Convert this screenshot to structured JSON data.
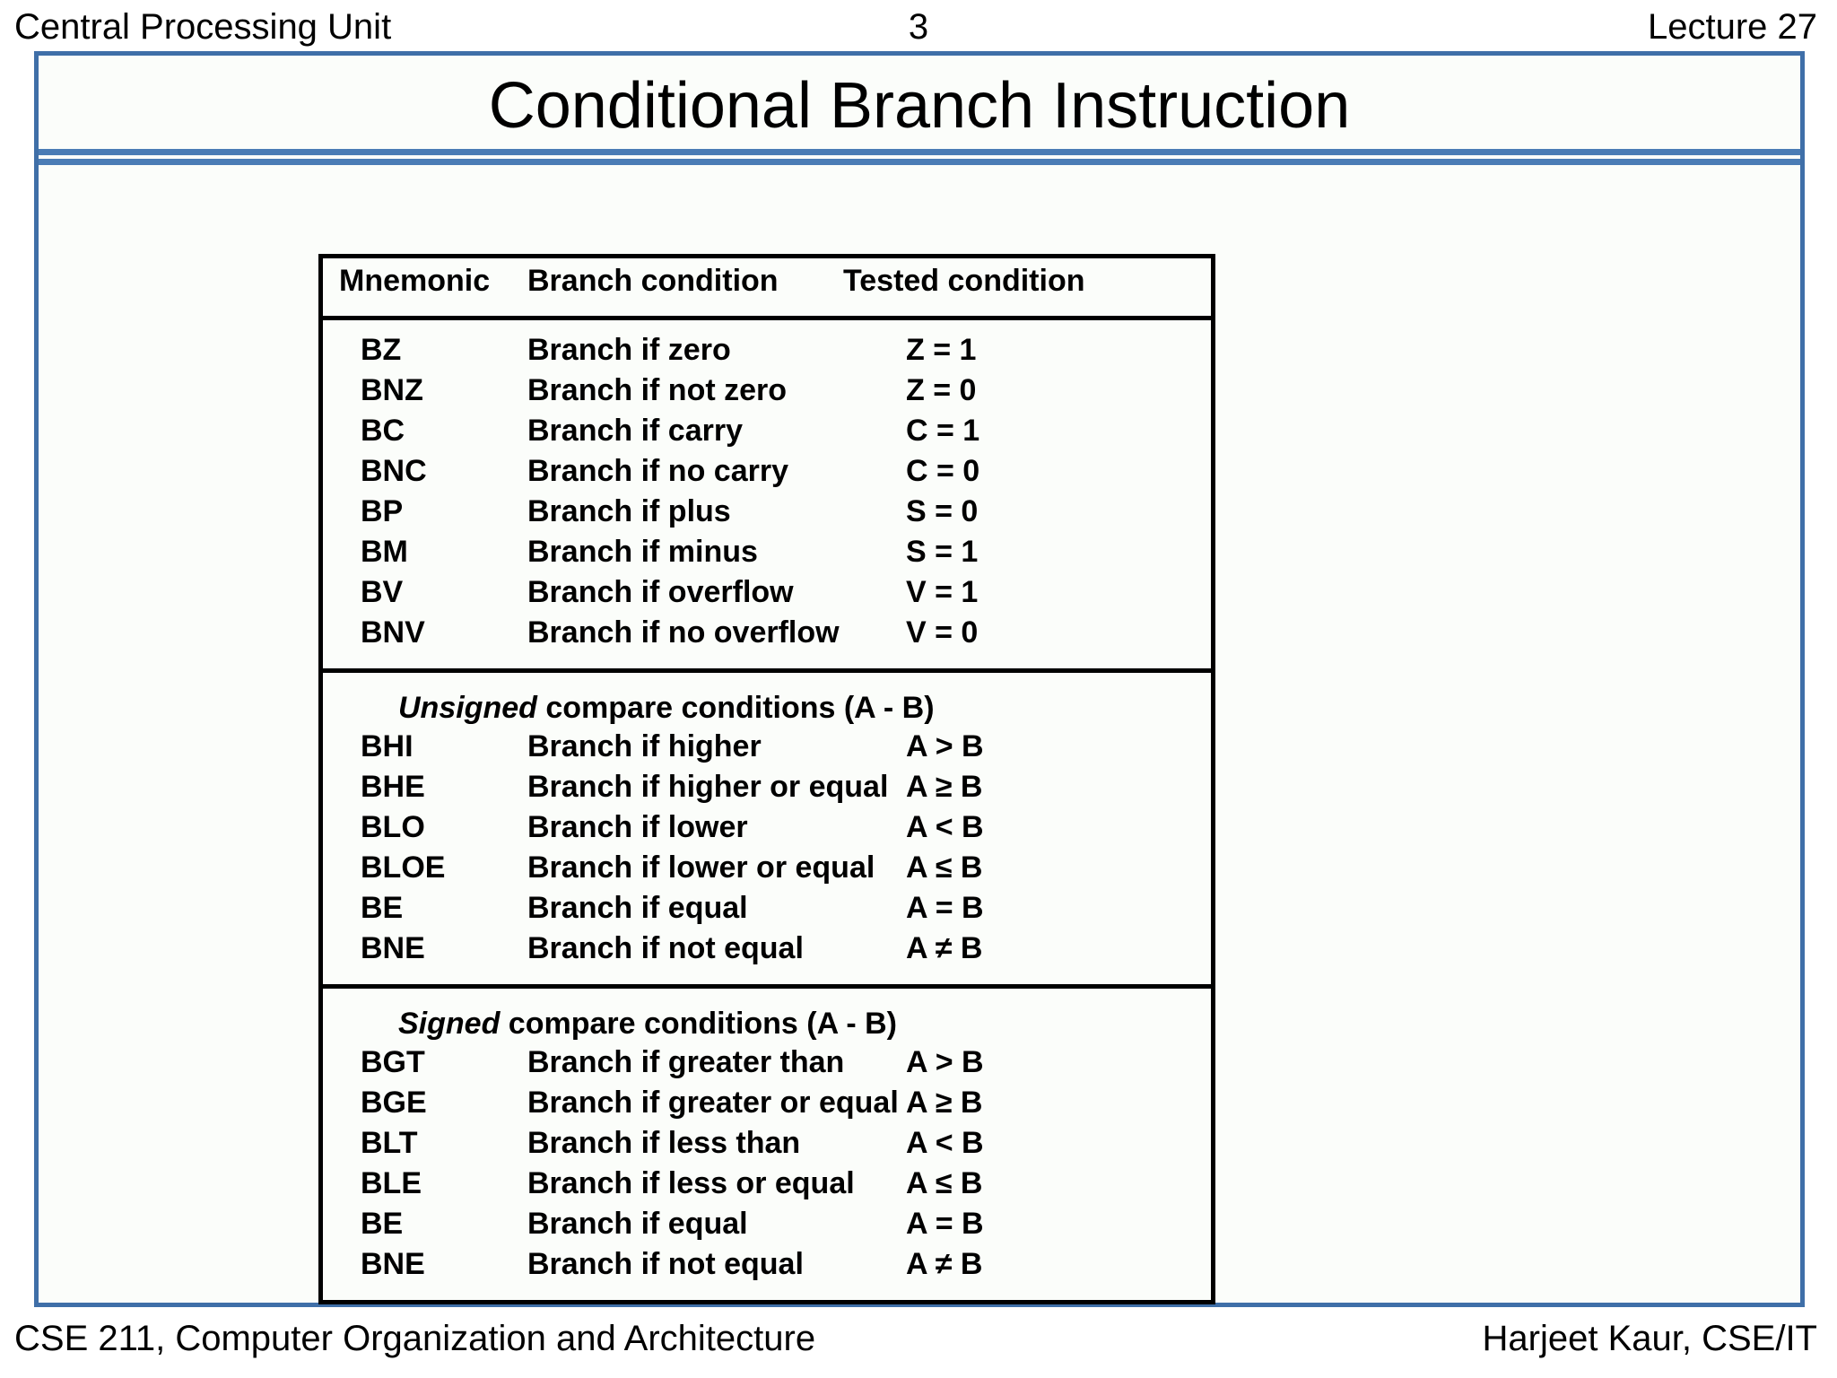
{
  "header": {
    "left": "Central Processing Unit",
    "slide_number": "3",
    "right": "Lecture 27"
  },
  "slide": {
    "title": "Conditional Branch Instruction",
    "accent_color": "#3f6fa8",
    "rule_color": "#4a7cb5",
    "background": "#fbfdfa"
  },
  "table": {
    "columns": {
      "mnemonic": "Mnemonic",
      "branch_condition": "Branch condition",
      "tested_condition": "Tested condition"
    },
    "sections": [
      {
        "label": null,
        "label_italic": null,
        "rows": [
          {
            "mnemonic": "BZ",
            "branch": "Branch if zero",
            "tested": "Z = 1"
          },
          {
            "mnemonic": "BNZ",
            "branch": "Branch if not zero",
            "tested": "Z = 0"
          },
          {
            "mnemonic": "BC",
            "branch": "Branch if carry",
            "tested": "C = 1"
          },
          {
            "mnemonic": "BNC",
            "branch": "Branch if no carry",
            "tested": "C = 0"
          },
          {
            "mnemonic": "BP",
            "branch": "Branch if plus",
            "tested": "S = 0"
          },
          {
            "mnemonic": "BM",
            "branch": "Branch if minus",
            "tested": "S = 1"
          },
          {
            "mnemonic": "BV",
            "branch": "Branch if overflow",
            "tested": "V = 1"
          },
          {
            "mnemonic": "BNV",
            "branch": "Branch if no overflow",
            "tested": "V = 0"
          }
        ]
      },
      {
        "label_italic": "Unsigned",
        "label_rest": " compare conditions (A - B)",
        "rows": [
          {
            "mnemonic": "BHI",
            "branch": "Branch if higher",
            "tested": "A > B"
          },
          {
            "mnemonic": "BHE",
            "branch": "Branch if higher or equal",
            "tested": "A ≥ B"
          },
          {
            "mnemonic": "BLO",
            "branch": "Branch if lower",
            "tested": "A < B"
          },
          {
            "mnemonic": "BLOE",
            "branch": "Branch if lower or equal",
            "tested": "A ≤ B"
          },
          {
            "mnemonic": "BE",
            "branch": "Branch if equal",
            "tested": "A = B"
          },
          {
            "mnemonic": "BNE",
            "branch": "Branch if not equal",
            "tested": "A ≠ B"
          }
        ]
      },
      {
        "label_italic": "Signed",
        "label_rest": " compare conditions (A - B)",
        "rows": [
          {
            "mnemonic": "BGT",
            "branch": "Branch if greater than",
            "tested": "A > B"
          },
          {
            "mnemonic": "BGE",
            "branch": "Branch if greater or equal",
            "tested": "A ≥ B"
          },
          {
            "mnemonic": "BLT",
            "branch": "Branch if less than",
            "tested": "A < B"
          },
          {
            "mnemonic": "BLE",
            "branch": "Branch if less or equal",
            "tested": "A ≤ B"
          },
          {
            "mnemonic": "BE",
            "branch": "Branch if equal",
            "tested": "A = B"
          },
          {
            "mnemonic": "BNE",
            "branch": "Branch if not equal",
            "tested": "A ≠ B"
          }
        ]
      }
    ]
  },
  "footer": {
    "left": "CSE 211, Computer Organization and Architecture",
    "right": "Harjeet Kaur, CSE/IT"
  }
}
